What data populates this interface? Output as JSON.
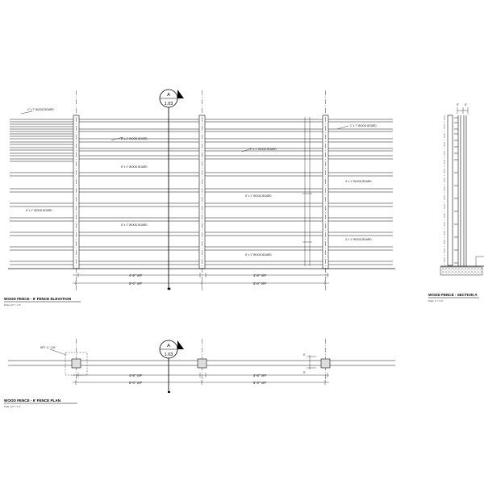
{
  "elevation": {
    "title": "WOOD FENCE - 6' FENCE ELEVATION",
    "scale": "Scale: 1/2\" = 1'-0\"",
    "callouts": [
      "1\" x 7\" WOOD BOARD",
      "1\" x 7\" WOOD BOARD",
      "6\" x 1\" WOOD BOARD",
      "6\" x 1\" WOOD BOARD",
      "6\" x 1\" WOOD BOARD",
      "1\" x 1\" WOOD BOARD",
      "6\" x 1\" WOOD BOARD",
      "6\" x 1\" WOOD BOARD",
      "6\" x 1\" WOOD BOARD",
      "4\" x 1\" WOOD BOARD"
    ],
    "dim_inner": [
      "4'-8\" VIF",
      "4'-8\" VIF"
    ],
    "dim_outer": [
      "5'-0\" VIF",
      "5'-0\" VIF"
    ],
    "section_bubble": {
      "letter": "A",
      "sheet": "1.03"
    }
  },
  "section": {
    "title": "WOOD FENCE - SECTION A",
    "scale": "Scale: 1\" = 1'-0\"",
    "top_dims": [
      "5\"",
      "5\""
    ]
  },
  "plan": {
    "title": "WOOD FENCE - 6' FENCE PLAN",
    "scale": "Scale: 1/2\" = 1'-0\"",
    "detail_ref": "DET. 1 / 1.02",
    "dim_inner": [
      "4'-8\" VIF",
      "4'-8\" VIF"
    ],
    "dim_outer": [
      "5'-0\" VIF",
      "5'-0\" VIF"
    ],
    "post_dims": [
      "5\"",
      "5\""
    ],
    "section_bubble": {
      "letter": "A",
      "sheet": "1.03"
    }
  }
}
